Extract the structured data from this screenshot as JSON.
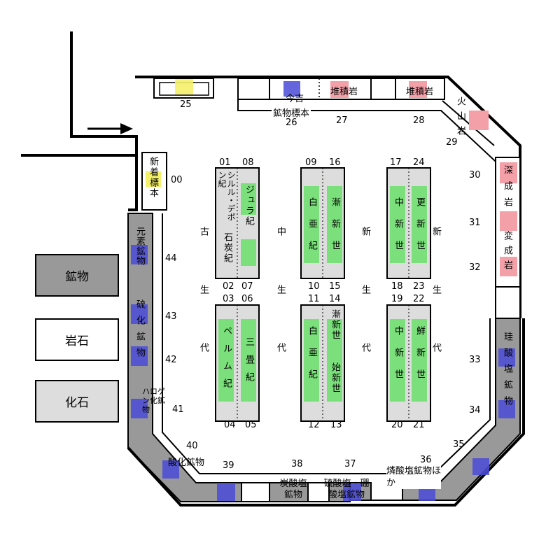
{
  "colors": {
    "gray": "#999999",
    "light_gray": "#dddddd",
    "green": "#7be07b",
    "blue": "#4a4ad8",
    "red": "#f3a0a8",
    "yellow": "#f4f06a"
  },
  "legend": [
    {
      "label": "鉱物",
      "style": "gray"
    },
    {
      "label": "岩石",
      "style": "white"
    },
    {
      "label": "化石",
      "style": "light_gray"
    }
  ],
  "arrow_icon": "right-arrow-icon",
  "new_arrivals": "新着標本",
  "top_labels": {
    "kon": "今吉",
    "sed1": "堆積岩",
    "sed2": "堆積岩",
    "mineral_sample": "鉱物標本"
  },
  "right_labels": {
    "volcanic": "火山岩",
    "plutonic": "深成岩",
    "metamorphic": "変成岩",
    "silicate": "珪酸塩鉱物"
  },
  "left_labels": {
    "element": "元素鉱物",
    "sulfide": "硫化鉱物",
    "halide": "ハロゲン化鉱物",
    "oxide": "酸化鉱物"
  },
  "bottom_labels": {
    "carbonate": "炭酸塩鉱物",
    "sulfate": "硫酸塩・硼酸塩鉱物",
    "phosphate": "燐酸塩鉱物ほか"
  },
  "eras": {
    "paleozoic": "古生代",
    "mesozoic": "中生代",
    "cenozoic_left": "新生代",
    "cenozoic_right": "新生代"
  },
  "cases": {
    "c1": "シルル・デボン紀",
    "c2": "ジュラ紀",
    "c3": "石炭紀",
    "c4": "白亜紀",
    "c5": "漸新世",
    "c6": "中新世",
    "c7": "更新世",
    "c8": "ペルム紀",
    "c9": "三畳紀",
    "c10": "漸新世",
    "c11": "白亜紀",
    "c12": "始新世",
    "c13": "中新世",
    "c14": "鮮新世"
  },
  "numbers": {
    "n00": "00",
    "n01": "01",
    "n02": "02",
    "n03": "03",
    "n04": "04",
    "n05": "05",
    "n06": "06",
    "n07": "07",
    "n08": "08",
    "n09": "09",
    "n10": "10",
    "n11": "11",
    "n12": "12",
    "n13": "13",
    "n14": "14",
    "n15": "15",
    "n16": "16",
    "n17": "17",
    "n18": "18",
    "n19": "19",
    "n20": "20",
    "n21": "21",
    "n22": "22",
    "n23": "23",
    "n24": "24",
    "n25": "25",
    "n26": "26",
    "n27": "27",
    "n28": "28",
    "n29": "29",
    "n30": "30",
    "n31": "31",
    "n32": "32",
    "n33": "33",
    "n34": "34",
    "n35": "35",
    "n36": "36",
    "n37": "37",
    "n38": "38",
    "n39": "39",
    "n40": "40",
    "n41": "41",
    "n42": "42",
    "n43": "43",
    "n44": "44"
  }
}
